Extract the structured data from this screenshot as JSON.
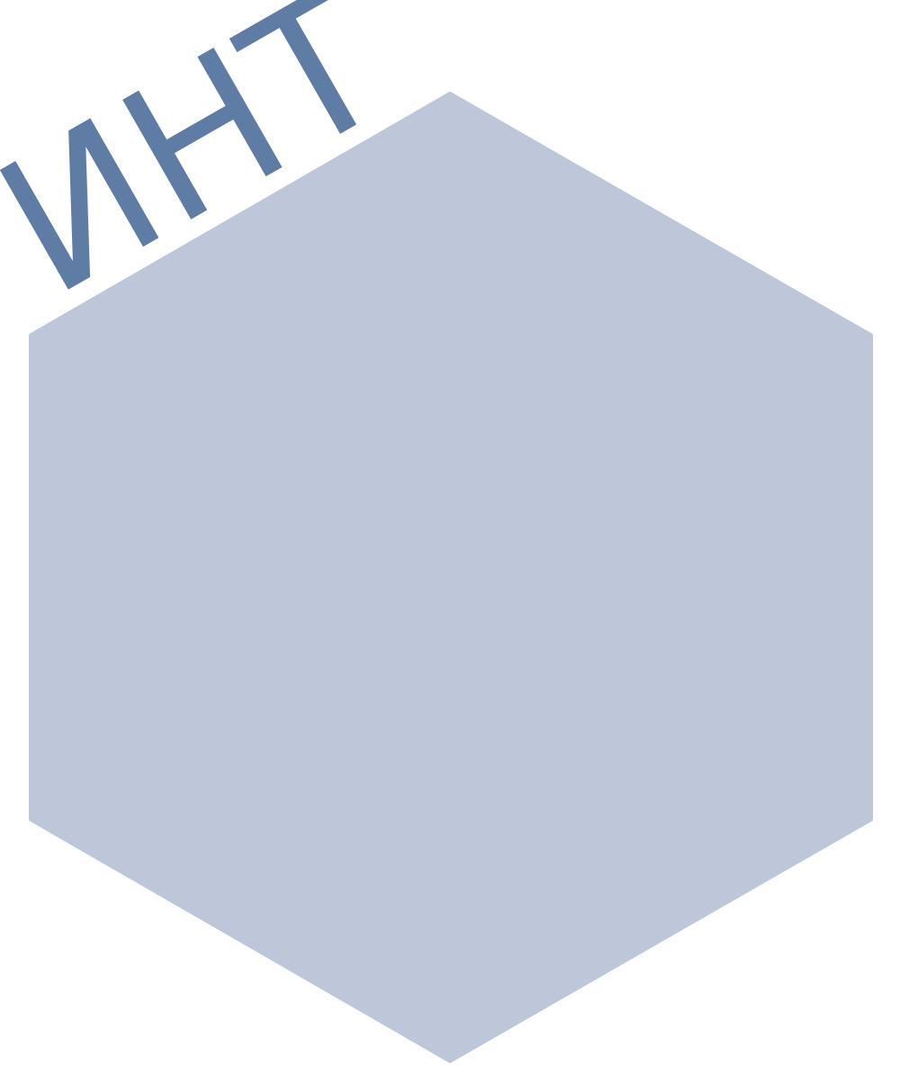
{
  "label": {
    "text": "ИНТ"
  },
  "colors": {
    "background": "#ffffff",
    "hexagon_fill": "#bec7da",
    "label_fill": "#5f7ca5"
  },
  "shape": {
    "type": "hexagon",
    "orientation": "pointy-top"
  }
}
